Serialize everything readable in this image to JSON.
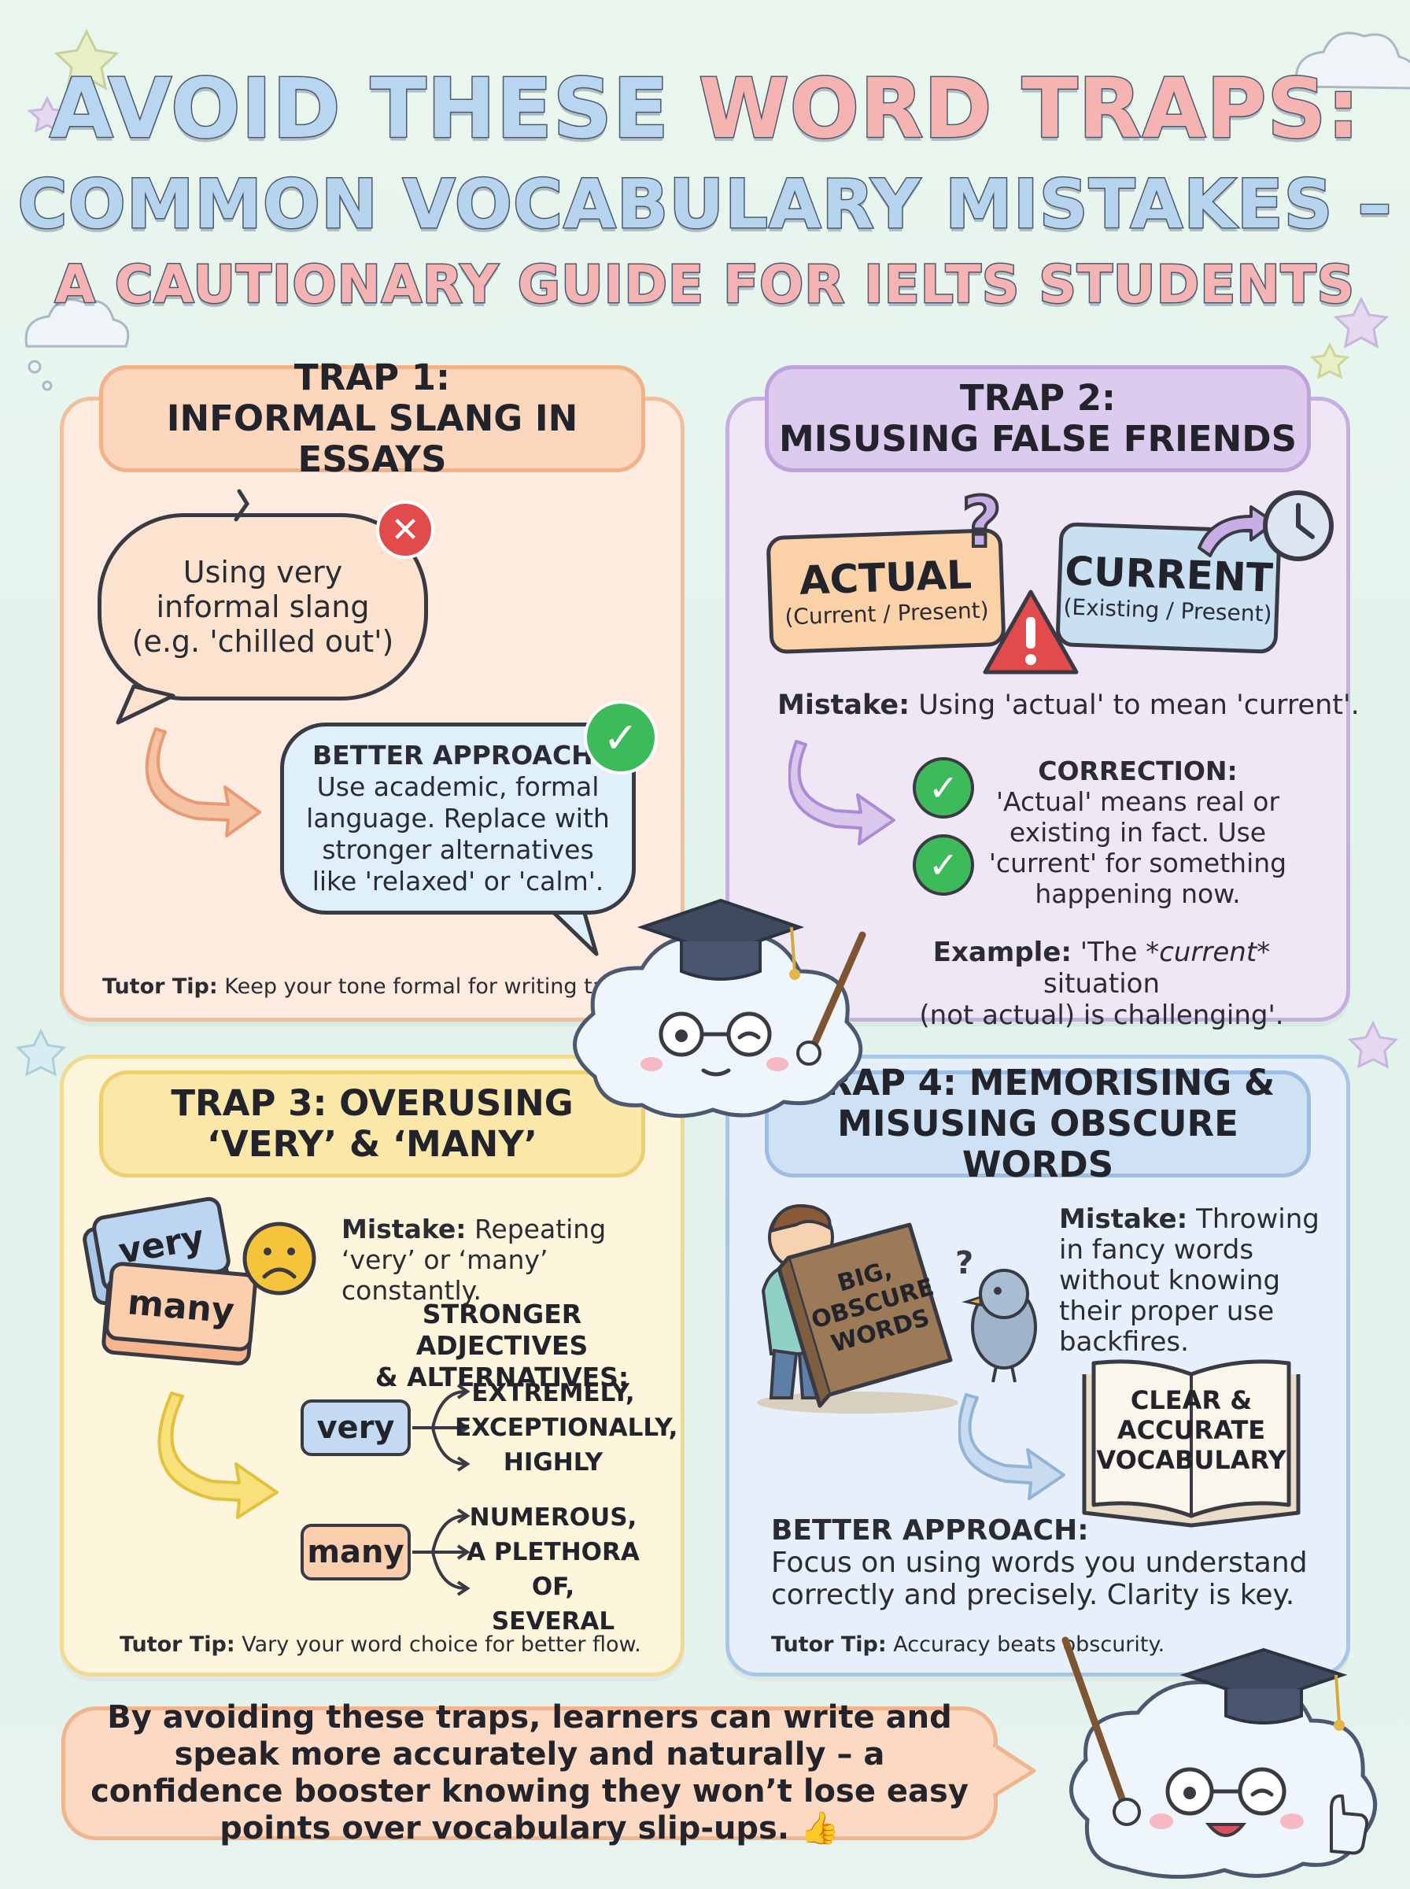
{
  "title": {
    "line1_a": "AVOID THESE ",
    "line1_b": "WORD TRAPS:",
    "line2": "COMMON VOCABULARY MISTAKES –",
    "line3": "A CAUTIONARY GUIDE FOR IELTS STUDENTS"
  },
  "trap1": {
    "heading_1": "TRAP 1:",
    "heading_2": "INFORMAL SLANG IN ESSAYS",
    "bubble": "Using very informal slang (e.g. 'chilled out')",
    "better_heading": "BETTER APPROACH:",
    "better_text": "Use academic, formal language. Replace with stronger alternatives like 'relaxed' or 'calm'.",
    "tip_label": "Tutor Tip:",
    "tip_text": " Keep your tone formal for writing tasks."
  },
  "trap2": {
    "heading_1": "TRAP 2:",
    "heading_2": "MISUSING FALSE FRIENDS",
    "word_a": "ACTUAL",
    "word_a_sub": "(Current / Present)",
    "word_b": "CURRENT",
    "word_b_sub": "(Existing / Present)",
    "mistake_label": "Mistake:",
    "mistake_text": " Using 'actual' to mean 'current'.",
    "correction_heading": "CORRECTION:",
    "correction_text": "'Actual' means real or existing in fact. Use 'current' for something happening now.",
    "example_label": "Example:",
    "example_pre": " 'The *",
    "example_em": "current",
    "example_post": "* situation",
    "example_line2": "(not actual) is challenging'."
  },
  "trap3": {
    "heading_1": "TRAP 3: OVERUSING",
    "heading_2": "‘VERY’ & ‘MANY’",
    "card_very": "very",
    "card_many": "many",
    "mistake_label": "Mistake:",
    "mistake_text": " Repeating ‘very’ or ‘many’ constantly.",
    "stronger_heading_1": "STRONGER ADJECTIVES",
    "stronger_heading_2": "& ALTERNATIVES:",
    "chip_very": "very",
    "very_alts": [
      "EXTREMELY,",
      "EXCEPTIONALLY,",
      "HIGHLY"
    ],
    "chip_many": "many",
    "many_alts": [
      "NUMEROUS,",
      "A PLETHORA OF,",
      "SEVERAL"
    ],
    "tip_label": "Tutor Tip:",
    "tip_text": " Vary your word choice for better flow."
  },
  "trap4": {
    "heading_1": "TRAP 4: MEMORISING &",
    "heading_2": "MISUSING OBSCURE WORDS",
    "book_label_1": "BIG,",
    "book_label_2": "OBSCURE",
    "book_label_3": "WORDS",
    "mistake_label": "Mistake:",
    "mistake_text": " Throwing in fancy words without knowing their proper use backfires.",
    "open_book_1": "CLEAR &",
    "open_book_2": "ACCURATE",
    "open_book_3": "VOCABULARY",
    "better_heading": "BETTER APPROACH:",
    "better_text": "Focus on using words you understand correctly and precisely. Clarity is key.",
    "tip_label": "Tutor Tip:",
    "tip_text": " Accuracy beats obscurity."
  },
  "footer": {
    "text": "By avoiding these traps, learners can write and speak more accurately and naturally – a confidence booster knowing they won’t lose easy points over vocabulary slip-ups. 👍"
  },
  "colors": {
    "background": "#e6f4ee",
    "trap1": "#fdebe0",
    "trap2": "#efe6f6",
    "trap3": "#fdf5dc",
    "trap4": "#e6effa",
    "error_red": "#e24b4b",
    "success_green": "#3dbb5a"
  },
  "icons": [
    "star-icon",
    "cloud-icon",
    "error-x-icon",
    "check-icon",
    "question-mark-icon",
    "warning-icon",
    "clock-icon",
    "sad-face-icon",
    "graduation-cap-icon",
    "cloud-mascot-icon",
    "book-icon",
    "bird-icon",
    "thumbs-up-icon"
  ]
}
